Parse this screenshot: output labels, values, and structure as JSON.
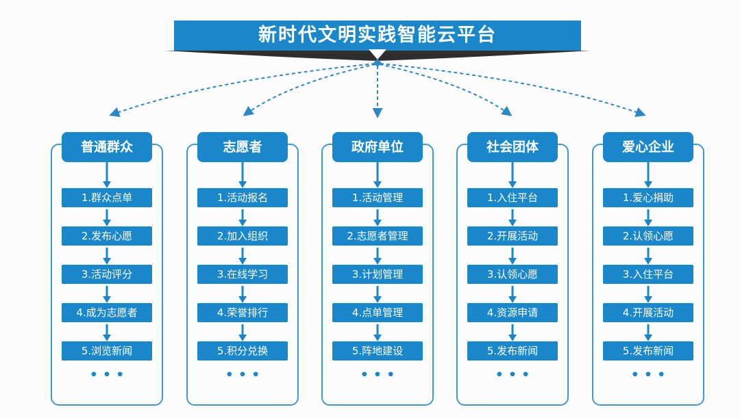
{
  "title": "新时代文明实践智能云平台",
  "colors": {
    "primary_blue": "#1987c9",
    "outline_blue": "#3d98cf",
    "connector_blue": "#2c87c5",
    "fold_dark": "#2e2e2e",
    "background": "#fcfcfc",
    "text_on_blue": "#ffffff"
  },
  "icons": {
    "arrow_down": "▼",
    "dashed_connector": "⌄",
    "ellipsis": "•••"
  },
  "columns": [
    {
      "title": "普通群众",
      "steps": [
        "1.群众点单",
        "2.发布心愿",
        "3.活动评分",
        "4.成为志愿者",
        "5.浏览新闻"
      ],
      "more": "•••"
    },
    {
      "title": "志愿者",
      "steps": [
        "1.活动报名",
        "2.加入组织",
        "3.在线学习",
        "4.荣誉排行",
        "5.积分兑换"
      ],
      "more": "•••"
    },
    {
      "title": "政府单位",
      "steps": [
        "1.活动管理",
        "2.志愿者管理",
        "3.计划管理",
        "4.点单管理",
        "5.阵地建设"
      ],
      "more": "•••"
    },
    {
      "title": "社会团体",
      "steps": [
        "1.入住平台",
        "2.开展活动",
        "3.认领心愿",
        "4.资源申请",
        "5.发布新闻"
      ],
      "more": "•••"
    },
    {
      "title": "爱心企业",
      "steps": [
        "1.爱心捐助",
        "2.认领心愿",
        "3.入住平台",
        "4.开展活动",
        "5.发布新闻"
      ],
      "more": "•••"
    }
  ]
}
